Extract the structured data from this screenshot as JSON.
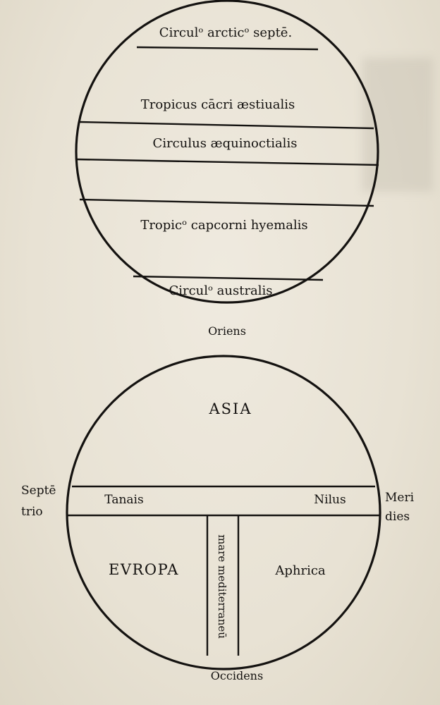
{
  "top_diagram": {
    "zones": [
      "Circulᵒ arcticᵒ septē.",
      "Tropicus cācri æstiualis",
      "Circulus æquinoctialis",
      "Tropicᵒ capcorni hyemalis",
      "Circulᵒ australis"
    ]
  },
  "bottom_diagram": {
    "top_label": "Oriens",
    "bottom_label": "Occidens",
    "left_label_line1": "Septē",
    "left_label_line2": "trio",
    "right_label_line1": "Meri",
    "right_label_line2": "dies",
    "asia": "ASIA",
    "tanais": "Tanais",
    "nilus": "Nilus",
    "europa": "EVROPA",
    "aphrica": "Aphrica",
    "mare": "mare mediterraneū"
  },
  "colors": {
    "ink": "#141210",
    "paper": "#ebe6da"
  }
}
